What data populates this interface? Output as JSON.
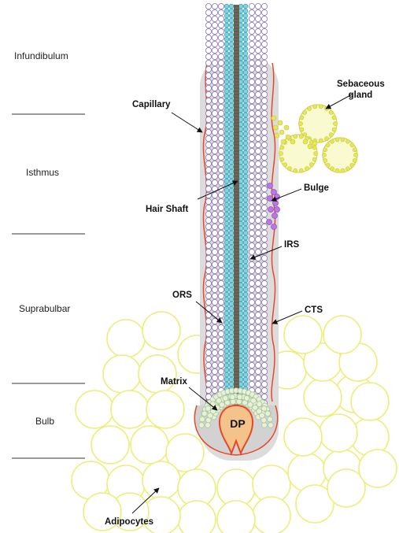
{
  "regions": {
    "infundibulum": "Infundibulum",
    "isthmus": "Isthmus",
    "suprabulbar": "Suprabulbar",
    "bulb": "Bulb"
  },
  "labels": {
    "capillary": "Capillary",
    "sebaceous_line1": "Sebaceous",
    "sebaceous_line2": "gland",
    "bulge": "Bulge",
    "hair_shaft": "Hair Shaft",
    "irs": "IRS",
    "ors": "ORS",
    "cts": "CTS",
    "matrix": "Matrix",
    "dp": "DP",
    "adipocytes": "Adipocytes"
  },
  "colors": {
    "ors_cell": "#8a74b8",
    "irs_cell": "#2a9bb0",
    "irs_fill": "#7fd3e2",
    "shaft": "#6e6656",
    "cts": "#dcdcdc",
    "capillary": "#e8482a",
    "sebaceous": "#e6e65a",
    "bulge": "#9b4fc8",
    "adipocyte": "#f3f39a",
    "matrix": "#a9c79a",
    "dp": "#f4c38a"
  }
}
